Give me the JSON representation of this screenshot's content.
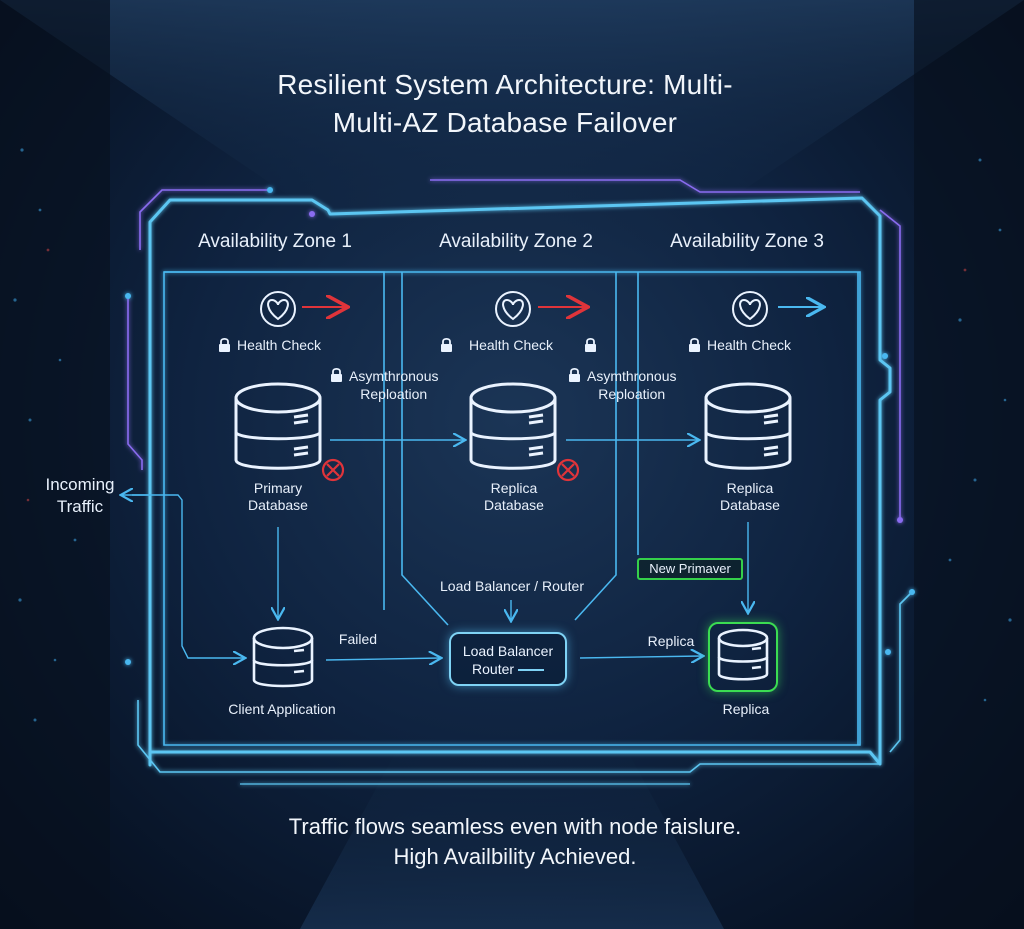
{
  "title": {
    "line1": "Resilient System Architecture: Multi-",
    "line2": "Multi-AZ Database Failover"
  },
  "zones": [
    {
      "name": "Availability Zone 1",
      "health_check": "Health Check",
      "database": [
        "Primary",
        "Database"
      ],
      "health_arrow_color": "#e0343a",
      "failed": true
    },
    {
      "name": "Availability Zone 2",
      "health_check": "Health Check",
      "database": [
        "Replica",
        "Database"
      ],
      "health_arrow_color": "#e0343a",
      "failed": true
    },
    {
      "name": "Availability Zone 3",
      "health_check": "Health Check",
      "database": [
        "Replica",
        "Database"
      ],
      "health_arrow_color": "#4ab8f0",
      "failed": false
    }
  ],
  "replication_labels": [
    [
      "Asymthronous",
      "Reploation"
    ],
    [
      "Asymthronous",
      "Reploation"
    ]
  ],
  "incoming_traffic": [
    "Incoming",
    "Traffic"
  ],
  "client_application": "Client Application",
  "failed_label": "Failed",
  "load_balancer_top_label": "Load Balancer / Router",
  "load_balancer_box": [
    "Load Balancer",
    "Router"
  ],
  "replica_link_label": "Replica",
  "new_primary_badge": "New Primaver",
  "replica_node_label": "Replica",
  "footer": {
    "line1": "Traffic flows seamless even with node faislure.",
    "line2": "High Availbility Achieved."
  },
  "colors": {
    "frame": "#5cc6f2",
    "frame_alt": "#8a6cf0",
    "connector": "#4ab8f0",
    "alert_red": "#e0343a",
    "success_green": "#3bdc52"
  },
  "icons": {
    "heart": "heart-monitor-icon",
    "lock": "lock-icon",
    "database": "database-icon",
    "fail": "x-circle-icon"
  }
}
